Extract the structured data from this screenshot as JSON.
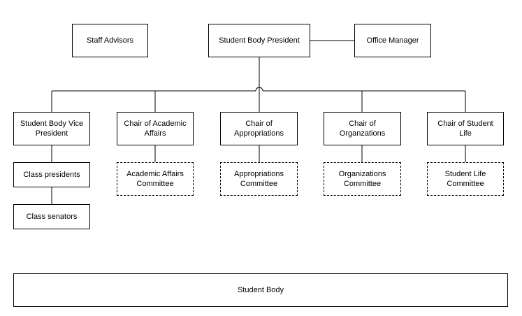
{
  "nodes": {
    "staff_advisors": "Staff Advisors",
    "president": "Student Body President",
    "office_manager": "Office Manager",
    "vice_president": "Student Body Vice\nPresident",
    "chair_academic": "Chair of Academic\nAffairs",
    "chair_appropriations": "Chair of\nAppropriations",
    "chair_organizations": "Chair of Organzations",
    "chair_student_life": "Chair of Student Life",
    "class_presidents": "Class presidents",
    "class_senators": "Class senators",
    "academic_committee": "Academic Affairs\nCommittee",
    "appropriations_committee": "Appropriations\nCommittee",
    "organizations_committee": "Organizations\nCommittee",
    "student_life_committee": "Student Life\nCommittee",
    "student_body": "Student Body"
  }
}
